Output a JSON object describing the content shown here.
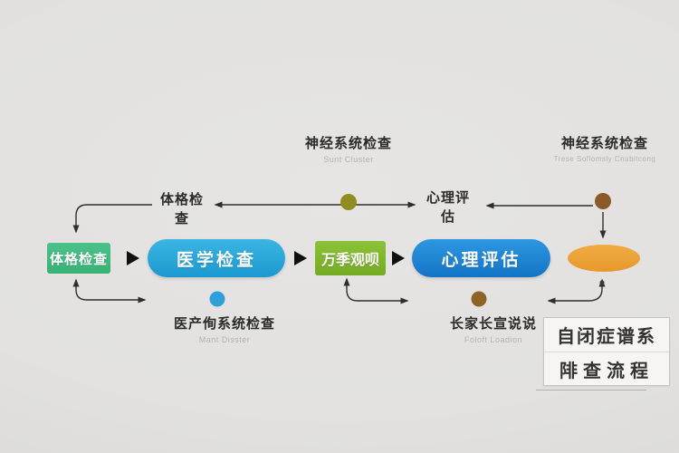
{
  "diagram": {
    "caption": {
      "line1": "自闭症谱系",
      "line2": "陫查流程"
    },
    "top_annotations": [
      {
        "title": "神经系统检查",
        "subtitle": "Sunt Cluster"
      },
      {
        "title": "神经系统检查",
        "subtitle": "Trese Soflomsly Cnubitcong"
      }
    ],
    "mid_annotations": {
      "left": "体格检查",
      "right": "心理评估"
    },
    "nodes": [
      {
        "label": "体格检查",
        "shape": "rectangle",
        "color": "#3eb879"
      },
      {
        "label": "医学检查",
        "shape": "pill",
        "color": "#27a7da"
      },
      {
        "label": "万季观呗",
        "shape": "rectangle",
        "color": "#7db32d"
      },
      {
        "label": "心理评估",
        "shape": "pill",
        "color": "#1d87d8"
      },
      {
        "label": "",
        "shape": "ellipse",
        "color": "#eca339"
      }
    ],
    "bottom_annotations": [
      {
        "title": "医产侚系统检查",
        "subtitle": "Mant Disster",
        "dot_color": "#2e9fd9"
      },
      {
        "title": "长家长宣说说",
        "subtitle": "Foloft Loadion",
        "dot_color": "#8f6328"
      }
    ],
    "colors": {
      "background": "#e2e1df",
      "connector": "#2e2e2e",
      "olive_dot": "#8f8d20",
      "brown_dot_top": "#8a5a28",
      "blue_dot": "#2e9fd9",
      "brown_dot_bottom": "#8f6328",
      "caption_bg": "#f6f5f3"
    }
  }
}
